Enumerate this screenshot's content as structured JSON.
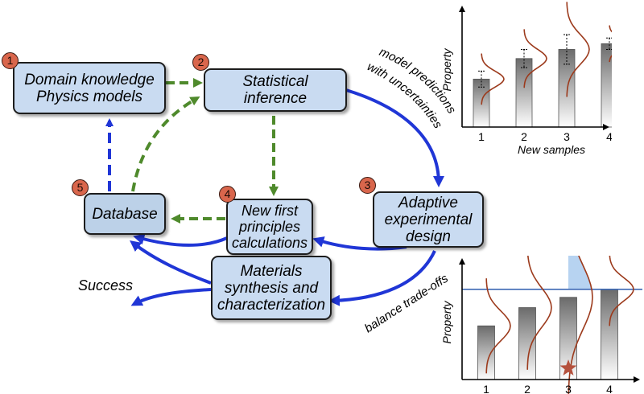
{
  "nodes": {
    "n1": {
      "number": "1",
      "lines": [
        "Domain knowledge",
        "Physics models"
      ]
    },
    "n2": {
      "number": "2",
      "lines": [
        "Statistical",
        "inference"
      ]
    },
    "n3": {
      "number": "3",
      "lines": [
        "Adaptive",
        "experimental",
        "design"
      ]
    },
    "n4": {
      "number": "4",
      "lines": [
        "New first",
        "principles",
        "calculations"
      ]
    },
    "n5": {
      "number": "5",
      "lines": [
        "Database"
      ]
    },
    "n6": {
      "lines": [
        "Materials",
        "synthesis and",
        "characterization"
      ]
    }
  },
  "labels": {
    "success": "Success",
    "model_predictions": "model predictions",
    "with_uncertainties": "with uncertainties",
    "balance": "balance trade-offs"
  },
  "colors": {
    "box_fill": "#c9dbf1",
    "solid_arrow": "#2036d6",
    "dashed_green": "#4f8a2c",
    "dashed_blue": "#2036d6",
    "badge": "#d9664c",
    "curve": "#9c3a1c",
    "star": "#b5513d",
    "threshold_line": "#3c68b4"
  },
  "chart_data": [
    {
      "type": "bar",
      "categories": [
        "1",
        "2",
        "3",
        "4"
      ],
      "values": [
        0.42,
        0.6,
        0.68,
        0.73
      ],
      "uncertainty": [
        0.07,
        0.08,
        0.13,
        0.05
      ],
      "xlabel": "New samples",
      "ylabel": "Property",
      "ylim": [
        0,
        1
      ]
    },
    {
      "type": "bar",
      "categories": [
        "1",
        "2",
        "3",
        "4"
      ],
      "values": [
        0.47,
        0.63,
        0.72,
        0.79
      ],
      "uncertainty": [
        0.13,
        0.17,
        0.28,
        0.1
      ],
      "threshold": 0.79,
      "highlight_category": "3",
      "highlight_marker": "star-icon",
      "xlabel": "",
      "ylabel": "Property",
      "ylim": [
        0,
        1
      ]
    }
  ]
}
